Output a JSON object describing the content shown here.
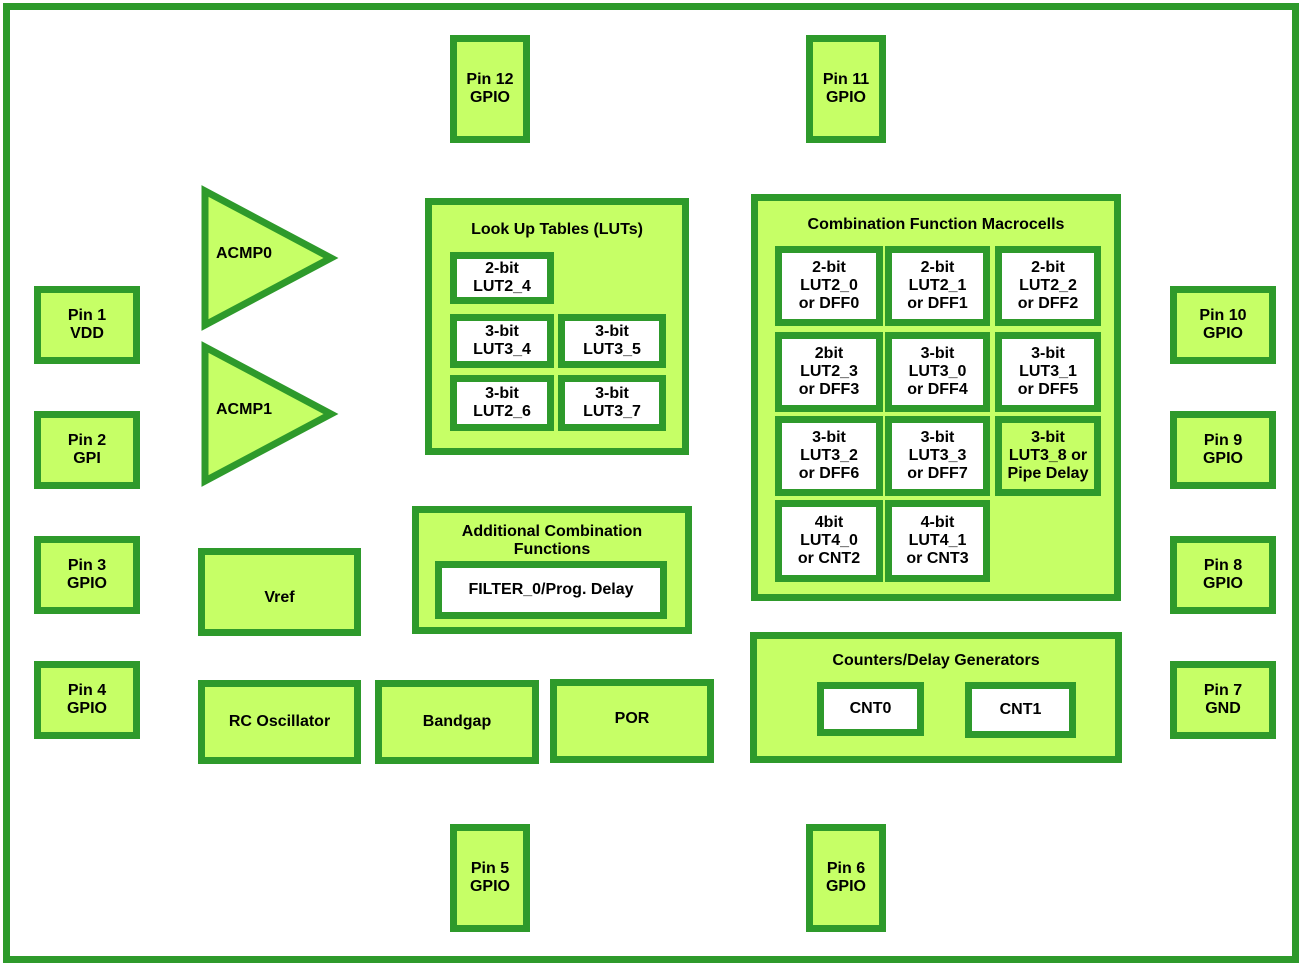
{
  "pins": {
    "p12": "Pin 12\nGPIO",
    "p11": "Pin 11\nGPIO",
    "p1": "Pin 1\nVDD",
    "p2": "Pin 2\nGPI",
    "p3": "Pin 3\nGPIO",
    "p4": "Pin 4\nGPIO",
    "p10": "Pin 10\nGPIO",
    "p9": "Pin 9\nGPIO",
    "p8": "Pin 8\nGPIO",
    "p7": "Pin 7\nGND",
    "p5": "Pin 5\nGPIO",
    "p6": "Pin 6\nGPIO"
  },
  "comparators": {
    "acmp0": "ACMP0",
    "acmp1": "ACMP1"
  },
  "lut_block": {
    "title": "Look Up Tables (LUTs)",
    "cells": [
      "2-bit\nLUT2_4",
      "3-bit\nLUT3_4",
      "3-bit\nLUT3_5",
      "3-bit\nLUT2_6",
      "3-bit\nLUT3_7"
    ]
  },
  "macrocells": {
    "title": "Combination Function Macrocells",
    "cells": [
      "2-bit\nLUT2_0\nor DFF0",
      "2-bit\nLUT2_1\nor DFF1",
      "2-bit\nLUT2_2\nor DFF2",
      "2bit\nLUT2_3\nor DFF3",
      "3-bit\nLUT3_0\nor DFF4",
      "3-bit\nLUT3_1\nor DFF5",
      "3-bit\nLUT3_2\nor DFF6",
      "3-bit\nLUT3_3\nor DFF7",
      "3-bit\nLUT3_8 or\nPipe Delay",
      "4bit\nLUT4_0\nor CNT2",
      "4-bit\nLUT4_1\nor CNT3"
    ]
  },
  "additional": {
    "title": "Additional Combination\nFunctions",
    "filter": "FILTER_0/Prog. Delay"
  },
  "blocks": {
    "vref": "Vref",
    "rc": "RC Oscillator",
    "bandgap": "Bandgap",
    "por": "POR"
  },
  "counters": {
    "title": "Counters/Delay Generators",
    "cnt0": "CNT0",
    "cnt1": "CNT1"
  },
  "colors": {
    "border": "#2e9a2b",
    "fill": "#c6ff66",
    "cell": "#ffffff"
  }
}
